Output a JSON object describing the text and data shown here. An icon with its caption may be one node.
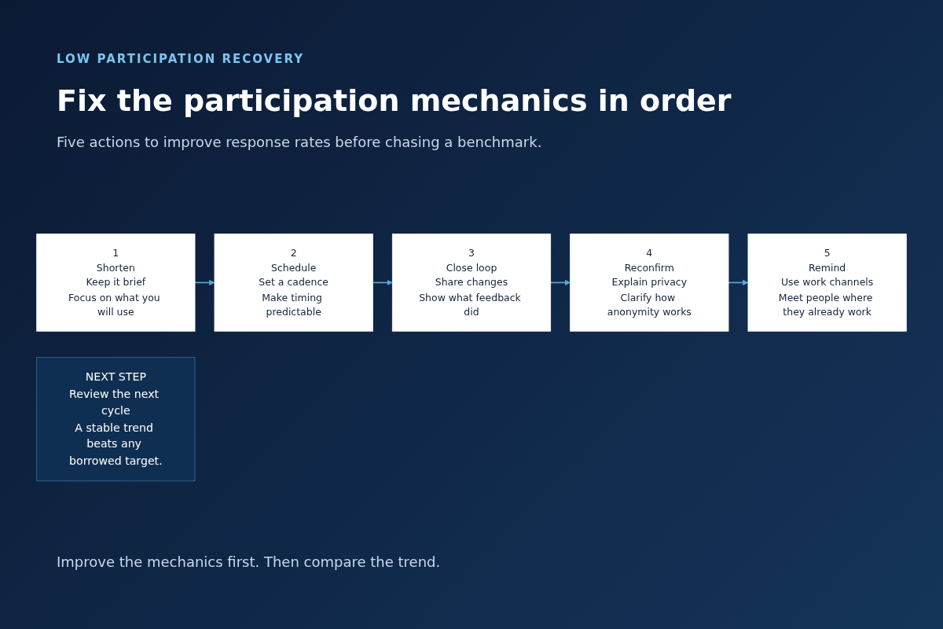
{
  "diagram": {
    "title": "Fix the participation mechanics in order",
    "nodes": [
      {
        "text": [
          "1",
          "Shorten",
          "Keep it brief",
          "Focus on what you will use"
        ]
      },
      {
        "text": [
          "2",
          "Schedule",
          "Set a cadence",
          "Make timing predictable"
        ]
      },
      {
        "text": [
          "3",
          "Close loop",
          "Share changes",
          "Show what feedback did"
        ]
      },
      {
        "text": [
          "4",
          "Reconfirm",
          "Explain privacy",
          "Clarify how anonymity works"
        ]
      },
      {
        "text": [
          "5",
          "Remind",
          "Use work channels",
          "Meet people where they already work"
        ]
      },
      {
        "text": [
          "NEXT STEP",
          "Review the next cycle",
          "A stable trend beats any borrowed target."
        ]
      }
    ],
    "edges": [
      {
        "from": 0,
        "to": 1,
        "arrow": "to"
      },
      {
        "from": 1,
        "to": 2,
        "arrow": "to"
      },
      {
        "from": 2,
        "to": 3,
        "arrow": "to"
      },
      {
        "from": 3,
        "to": 4,
        "arrow": "to"
      }
    ],
    "labels": [
      "LOW PARTICIPATION RECOVERY",
      "Five actions to improve response rates before chasing a benchmark.",
      "Improve the mechanics first. Then compare the trend."
    ]
  }
}
